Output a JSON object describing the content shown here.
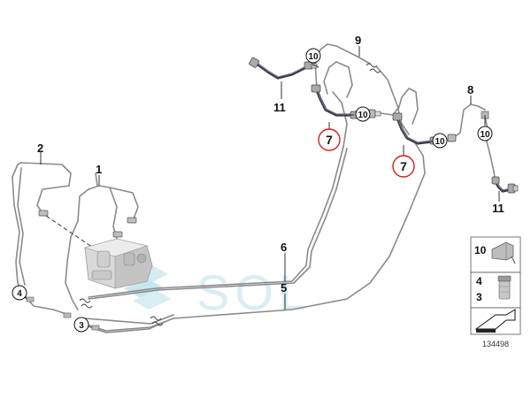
{
  "callouts": {
    "c1": "1",
    "c2": "2",
    "c3": "3",
    "c4": "4",
    "c5": "5",
    "c6": "6",
    "c7a": "7",
    "c7b": "7",
    "c8": "8",
    "c9": "9",
    "c10a": "10",
    "c10b": "10",
    "c10c": "10",
    "c10d": "10",
    "c11a": "11",
    "c11b": "11"
  },
  "legend": {
    "top": "10",
    "mid1": "4",
    "mid2": "3"
  },
  "reference_number": "134498",
  "watermark": "SOL",
  "colors": {
    "pipe": "#8a8a8a",
    "hose": "#3c3c48",
    "highlight_circle": "#d42020",
    "watermark": "#cfe9ef"
  }
}
